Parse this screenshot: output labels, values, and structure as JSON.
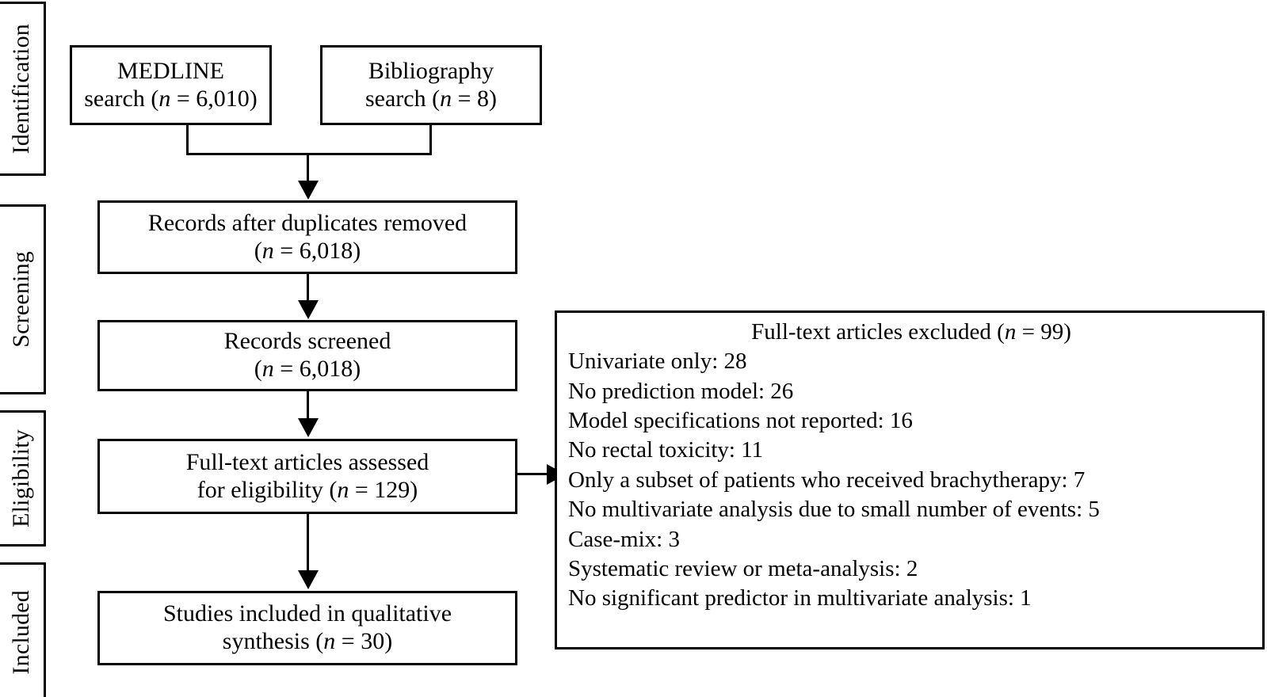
{
  "diagram": {
    "type": "prisma-flow-diagram",
    "stages": [
      {
        "id": "identification",
        "label": "Identification"
      },
      {
        "id": "screening",
        "label": "Screening"
      },
      {
        "id": "eligibility",
        "label": "Eligibility"
      },
      {
        "id": "included",
        "label": "Included"
      }
    ],
    "boxes": {
      "medline": {
        "line1": "MEDLINE",
        "line2_pre": "search (",
        "line2_n": "n",
        "line2_post": " = 6,010)"
      },
      "bibliography": {
        "line1": "Bibliography",
        "line2_pre": "search (",
        "line2_n": "n",
        "line2_post": " = 8)"
      },
      "duplicates_removed": {
        "line1": "Records after duplicates removed",
        "line2_pre": "(",
        "line2_n": "n",
        "line2_post": " = 6,018)"
      },
      "records_screened": {
        "line1": "Records screened",
        "line2_pre": "(",
        "line2_n": "n",
        "line2_post": " = 6,018)"
      },
      "fulltext_assessed": {
        "line1": "Full-text articles assessed",
        "line2_pre": "for eligibility (",
        "line2_n": "n",
        "line2_post": " = 129)"
      },
      "studies_included": {
        "line1": "Studies included in qualitative",
        "line2_pre": "synthesis (",
        "line2_n": "n",
        "line2_post": " = 30)"
      }
    },
    "exclusion_panel": {
      "title_pre": "Full-text articles excluded (",
      "title_n": "n",
      "title_post": " = 99)",
      "total_excluded": 99,
      "reasons": [
        {
          "label": "Univariate only",
          "count": 28,
          "text": "Univariate only: 28"
        },
        {
          "label": "No prediction model",
          "count": 26,
          "text": "No prediction model: 26"
        },
        {
          "label": "Model specifications not reported",
          "count": 16,
          "text": "Model specifications not reported: 16"
        },
        {
          "label": "No rectal toxicity",
          "count": 11,
          "text": "No rectal toxicity: 11"
        },
        {
          "label": "Only a subset of patients who received brachytherapy",
          "count": 7,
          "text": "Only a subset of patients who received brachytherapy: 7"
        },
        {
          "label": "No multivariate analysis due to small number of events",
          "count": 5,
          "text": "No multivariate analysis due to small number of events: 5"
        },
        {
          "label": "Case-mix",
          "count": 3,
          "text": "Case-mix: 3"
        },
        {
          "label": "Systematic review or meta-analysis",
          "count": 2,
          "text": "Systematic review or meta-analysis: 2"
        },
        {
          "label": "No significant predictor in multivariate analysis",
          "count": 1,
          "text": "No significant predictor in multivariate analysis: 1"
        }
      ]
    },
    "counts": {
      "medline_search": 6010,
      "bibliography_search": 8,
      "after_duplicates_removed": 6018,
      "records_screened": 6018,
      "fulltext_assessed": 129,
      "fulltext_excluded": 99,
      "studies_included": 30
    },
    "colors": {
      "line": "#000000",
      "background": "#ffffff",
      "text": "#000000"
    }
  }
}
